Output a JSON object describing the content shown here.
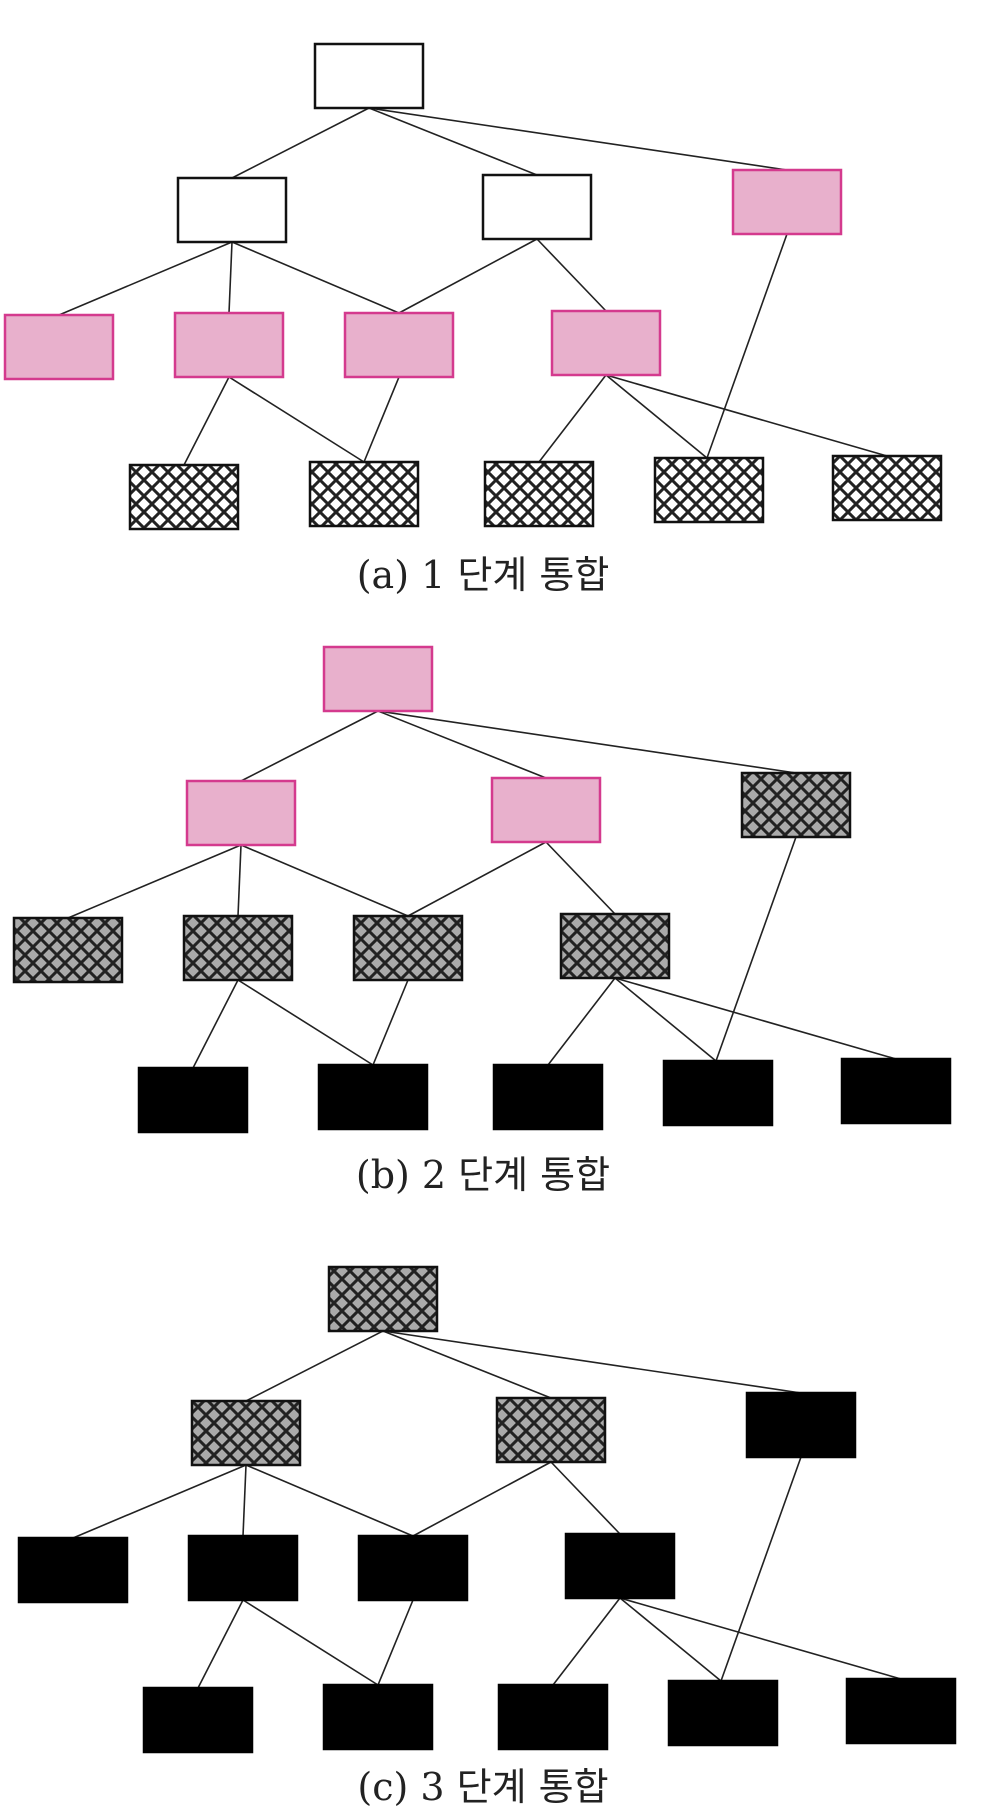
{
  "colors": {
    "none": "#ffffff",
    "pink": "#e8b0cc",
    "pink_border": "#d43a8e",
    "hatch_bg": "#aaaaaa",
    "hatch_line": "#222222",
    "black": "#000000",
    "edge": "#222222"
  },
  "fill_legend": [
    "none",
    "pink",
    "hatch-white",
    "hatch-gray",
    "black"
  ],
  "panels": [
    {
      "caption": "(a) 1 단계 통합",
      "fills": [
        "none",
        "none",
        "none",
        "pink",
        "pink",
        "pink",
        "pink",
        "pink",
        "hatch-white",
        "hatch-white",
        "hatch-white",
        "hatch-white",
        "hatch-white"
      ]
    },
    {
      "caption": "(b) 2 단계 통합",
      "fills": [
        "pink",
        "pink",
        "pink",
        "hatch-gray",
        "hatch-gray",
        "hatch-gray",
        "hatch-gray",
        "hatch-gray",
        "black",
        "black",
        "black",
        "black",
        "black"
      ]
    },
    {
      "caption": "(c) 3 단계 통합",
      "fills": [
        "hatch-gray",
        "hatch-gray",
        "hatch-gray",
        "black",
        "black",
        "black",
        "black",
        "black",
        "black",
        "black",
        "black",
        "black",
        "black"
      ]
    }
  ],
  "tree": {
    "nodes": [
      "root",
      "L1-a",
      "L1-b",
      "L1-c",
      "L2-a",
      "L2-b",
      "L2-c",
      "L2-d",
      "L3-a",
      "L3-b",
      "L3-c",
      "L3-d",
      "L3-e"
    ],
    "edges": [
      [
        "root",
        "L1-a"
      ],
      [
        "root",
        "L1-b"
      ],
      [
        "root",
        "L1-c"
      ],
      [
        "L1-a",
        "L2-a"
      ],
      [
        "L1-a",
        "L2-b"
      ],
      [
        "L1-a",
        "L2-c"
      ],
      [
        "L1-b",
        "L2-c"
      ],
      [
        "L1-b",
        "L2-d"
      ],
      [
        "L1-c",
        "L3-d"
      ],
      [
        "L2-b",
        "L3-a"
      ],
      [
        "L2-b",
        "L3-b"
      ],
      [
        "L2-c",
        "L3-b"
      ],
      [
        "L2-d",
        "L3-c"
      ],
      [
        "L2-d",
        "L3-d"
      ],
      [
        "L2-d",
        "L3-e"
      ]
    ]
  }
}
